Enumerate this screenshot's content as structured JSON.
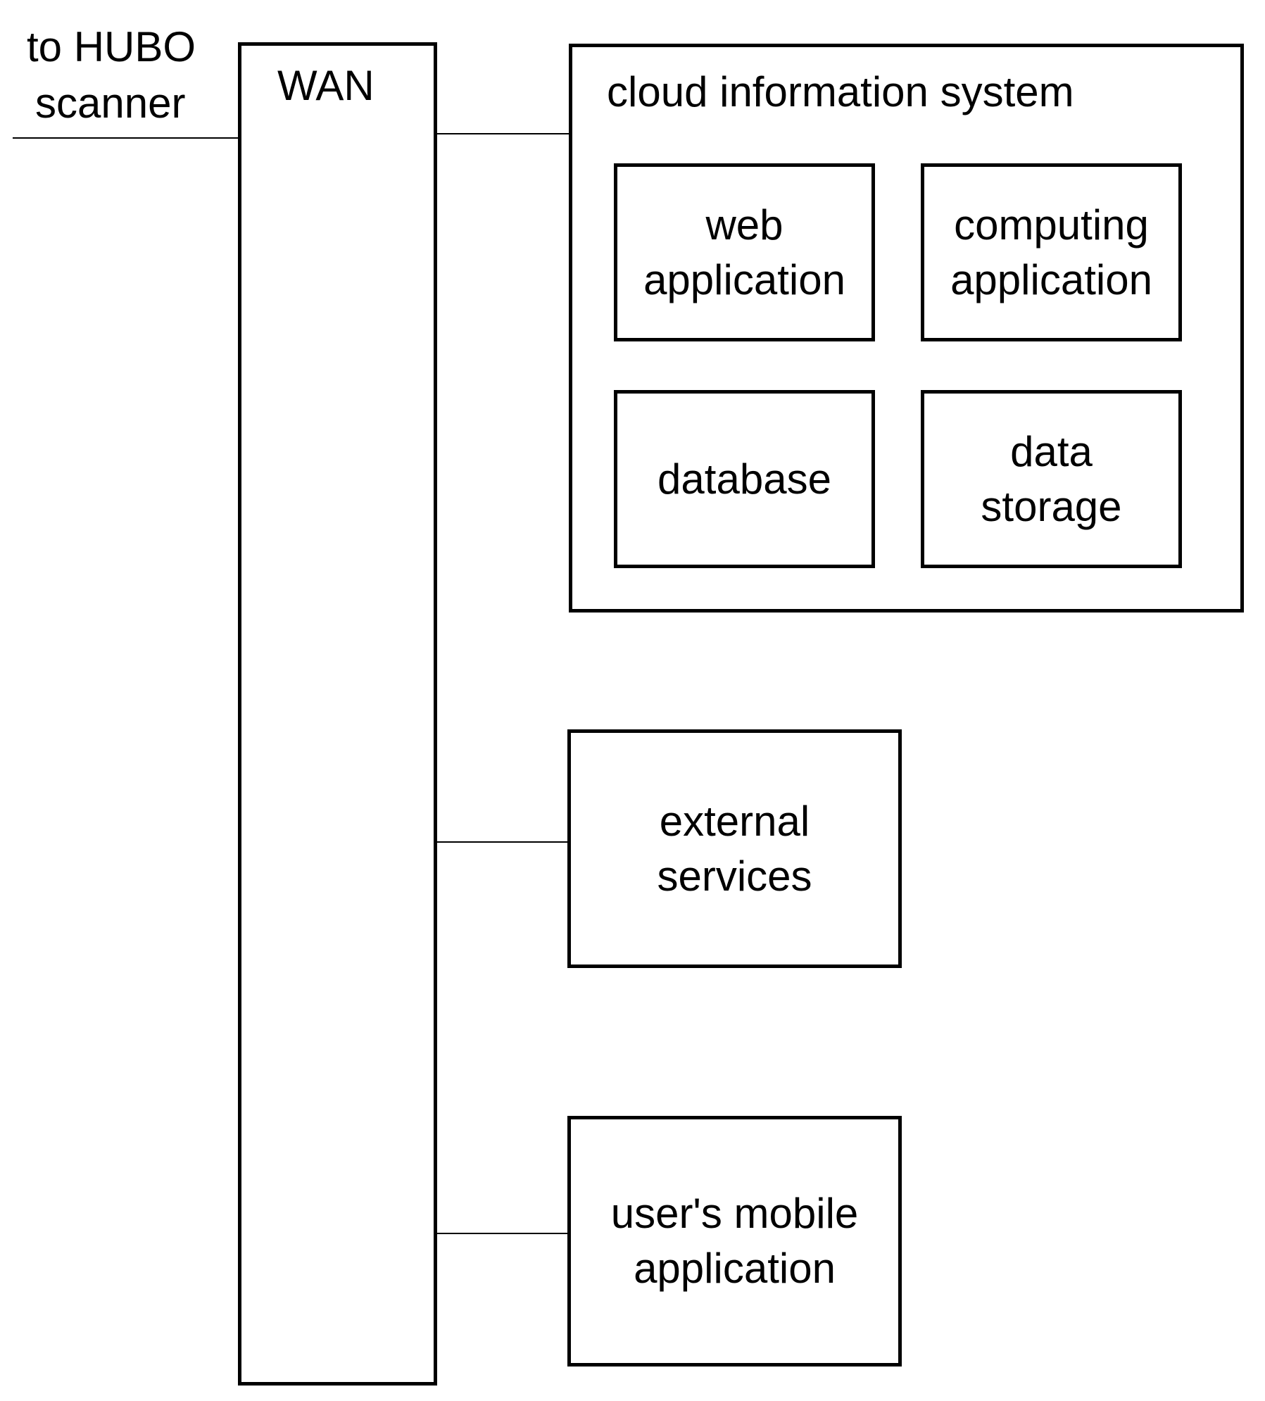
{
  "scanner_link": {
    "label_line1": "to HUBO",
    "label_line2": "scanner"
  },
  "wan": {
    "label": "WAN"
  },
  "cloud": {
    "title": "cloud information system",
    "components": [
      {
        "line1": "web",
        "line2": "application"
      },
      {
        "line1": "computing",
        "line2": "application"
      },
      {
        "line1": "database",
        "line2": ""
      },
      {
        "line1": "data",
        "line2": "storage"
      }
    ]
  },
  "external": {
    "line1": "external",
    "line2": "services"
  },
  "mobile": {
    "line1": "user's mobile",
    "line2": "application"
  }
}
